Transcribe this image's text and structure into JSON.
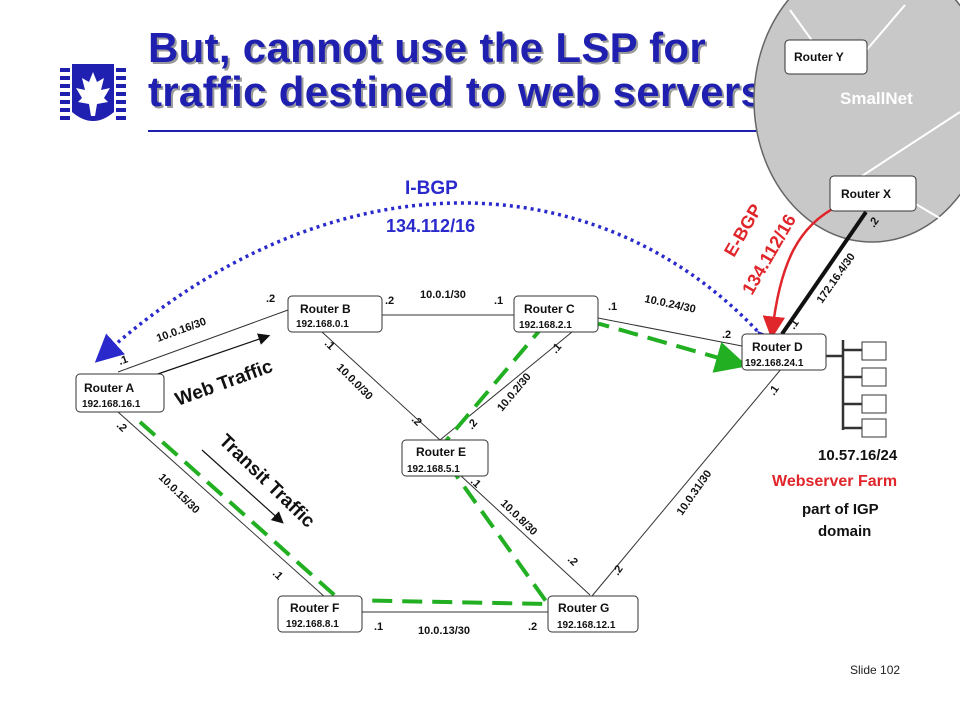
{
  "title_line1": "But, cannot use the LSP for",
  "title_line2": "traffic destined to web servers",
  "slide_number": "Slide 102",
  "cloud_label": "SmallNet",
  "routers": {
    "y": {
      "name": "Router Y",
      "ip": ""
    },
    "x": {
      "name": "Router X",
      "ip": ""
    },
    "a": {
      "name": "Router A",
      "ip": "192.168.16.1"
    },
    "b": {
      "name": "Router B",
      "ip": "192.168.0.1"
    },
    "c": {
      "name": "Router C",
      "ip": "192.168.2.1"
    },
    "d": {
      "name": "Router D",
      "ip": "192.168.24.1"
    },
    "e": {
      "name": "Router E",
      "ip": "192.168.5.1"
    },
    "f": {
      "name": "Router F",
      "ip": "192.168.8.1"
    },
    "g": {
      "name": "Router G",
      "ip": "192.168.12.1"
    }
  },
  "subnets": {
    "ab": "10.0.16/30",
    "bc": "10.0.1/30",
    "cd": "10.0.24/30",
    "be": "10.0.0/30",
    "ec": "10.0.2/30",
    "af": "10.0.15/30",
    "eg": "10.0.8/30",
    "fg": "10.0.13/30",
    "gd": "10.0.31/30",
    "dx": "172.16.4/30"
  },
  "iface": {
    "ab_a": ".1",
    "ab_b": ".2",
    "bc_b": ".2",
    "bc_c": ".1",
    "cd_c": ".1",
    "cd_d": ".2",
    "be_b": ".1",
    "be_e": ".2",
    "ec_e": ".2",
    "ec_c": ".1",
    "af_a": ".2",
    "af_f": ".1",
    "eg_e": ".1",
    "eg_g": ".2",
    "fg_f": ".1",
    "fg_g": ".2",
    "gd_g": ".2",
    "gd_d": ".1",
    "dx_d": ".1",
    "dx_x": ".2"
  },
  "ibgp": {
    "label": "I-BGP",
    "prefix": "134.112/16"
  },
  "ebgp": {
    "label": "E-BGP",
    "prefix": "134.112/16"
  },
  "web_traffic": "Web Traffic",
  "transit_traffic": "Transit Traffic",
  "webfarm": {
    "prefix": "10.57.16/24",
    "label": "Webserver Farm",
    "note1": "part of IGP",
    "note2": "domain"
  },
  "colors": {
    "title": "#1f1fb0",
    "ibgp": "#2a2acc",
    "ebgp": "#e0262b",
    "lsp": "#22b022",
    "cloud": "#c8c8c8"
  },
  "icons": {
    "logo": "maple-leaf-logo",
    "server": "server-icon"
  }
}
